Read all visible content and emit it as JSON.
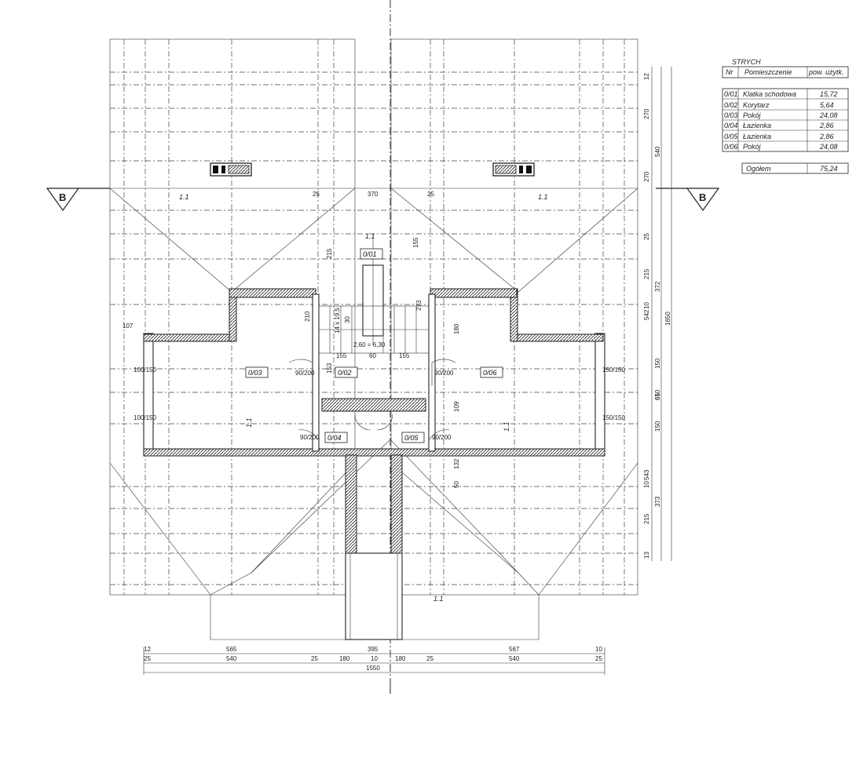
{
  "section_marker": "B",
  "slope_label": "1.1",
  "rooms": [
    "0/01",
    "0/02",
    "0/03",
    "0/04",
    "0/05",
    "0/06"
  ],
  "stair_labels": [
    "14 x 19,5",
    "2,60 = 6,30"
  ],
  "windows": [
    "100/150",
    "90/200",
    "150/150"
  ],
  "legend": {
    "title": "STRYCH",
    "headers": [
      "Nr",
      "Pomieszczenie",
      "pow. użytk."
    ],
    "rows": [
      [
        "0/01",
        "Klatka schodowa",
        "15,72"
      ],
      [
        "0/02",
        "Korytarz",
        "5,64"
      ],
      [
        "0/03",
        "Pokój",
        "24,08"
      ],
      [
        "0/04",
        "Łazienka",
        "2,86"
      ],
      [
        "0/05",
        "Łazienka",
        "2,86"
      ],
      [
        "0/06",
        "Pokój",
        "24,08"
      ]
    ],
    "total_label": "Ogółem",
    "total_value": "75,24"
  },
  "dims_bottom_1": [
    "12",
    "565",
    "395",
    "567",
    "10"
  ],
  "dims_bottom_2": [
    "25",
    "540",
    "25",
    "180",
    "10",
    "180",
    "25",
    "540",
    "25"
  ],
  "dims_bottom_total": "1550",
  "dims_right_1": [
    "12",
    "270",
    "270",
    "25",
    "215",
    "10",
    "372",
    "542",
    "150",
    "65",
    "150",
    "10",
    "543",
    "373",
    "215",
    "13"
  ],
  "dims_right_2": [
    "540",
    "610",
    "1650"
  ],
  "dims_inner": [
    "370",
    "215",
    "155",
    "155",
    "60",
    "155",
    "180",
    "153",
    "210",
    "30",
    "273",
    "109",
    "132",
    "50",
    "107",
    "25",
    "25"
  ]
}
